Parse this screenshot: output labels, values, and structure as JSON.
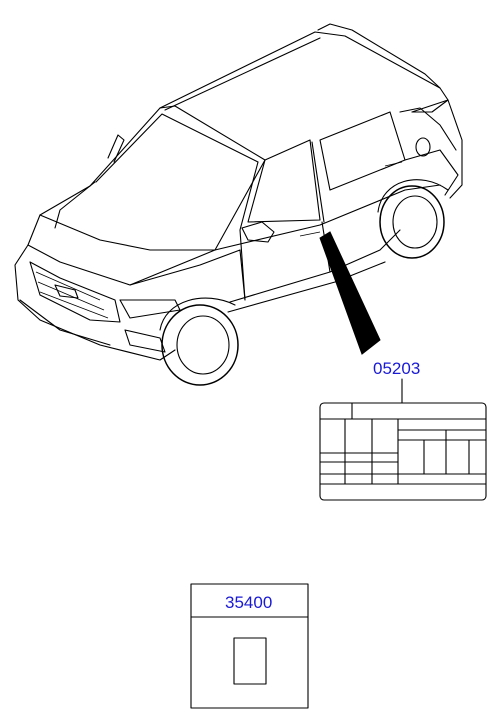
{
  "diagram": {
    "parts": [
      {
        "part_number": "05203",
        "item": "door-label"
      },
      {
        "part_number": "35400",
        "item": "small-label"
      }
    ]
  },
  "colors": {
    "part_number_text": "#1a1ad6",
    "line_art": "#000000",
    "background": "#ffffff"
  }
}
